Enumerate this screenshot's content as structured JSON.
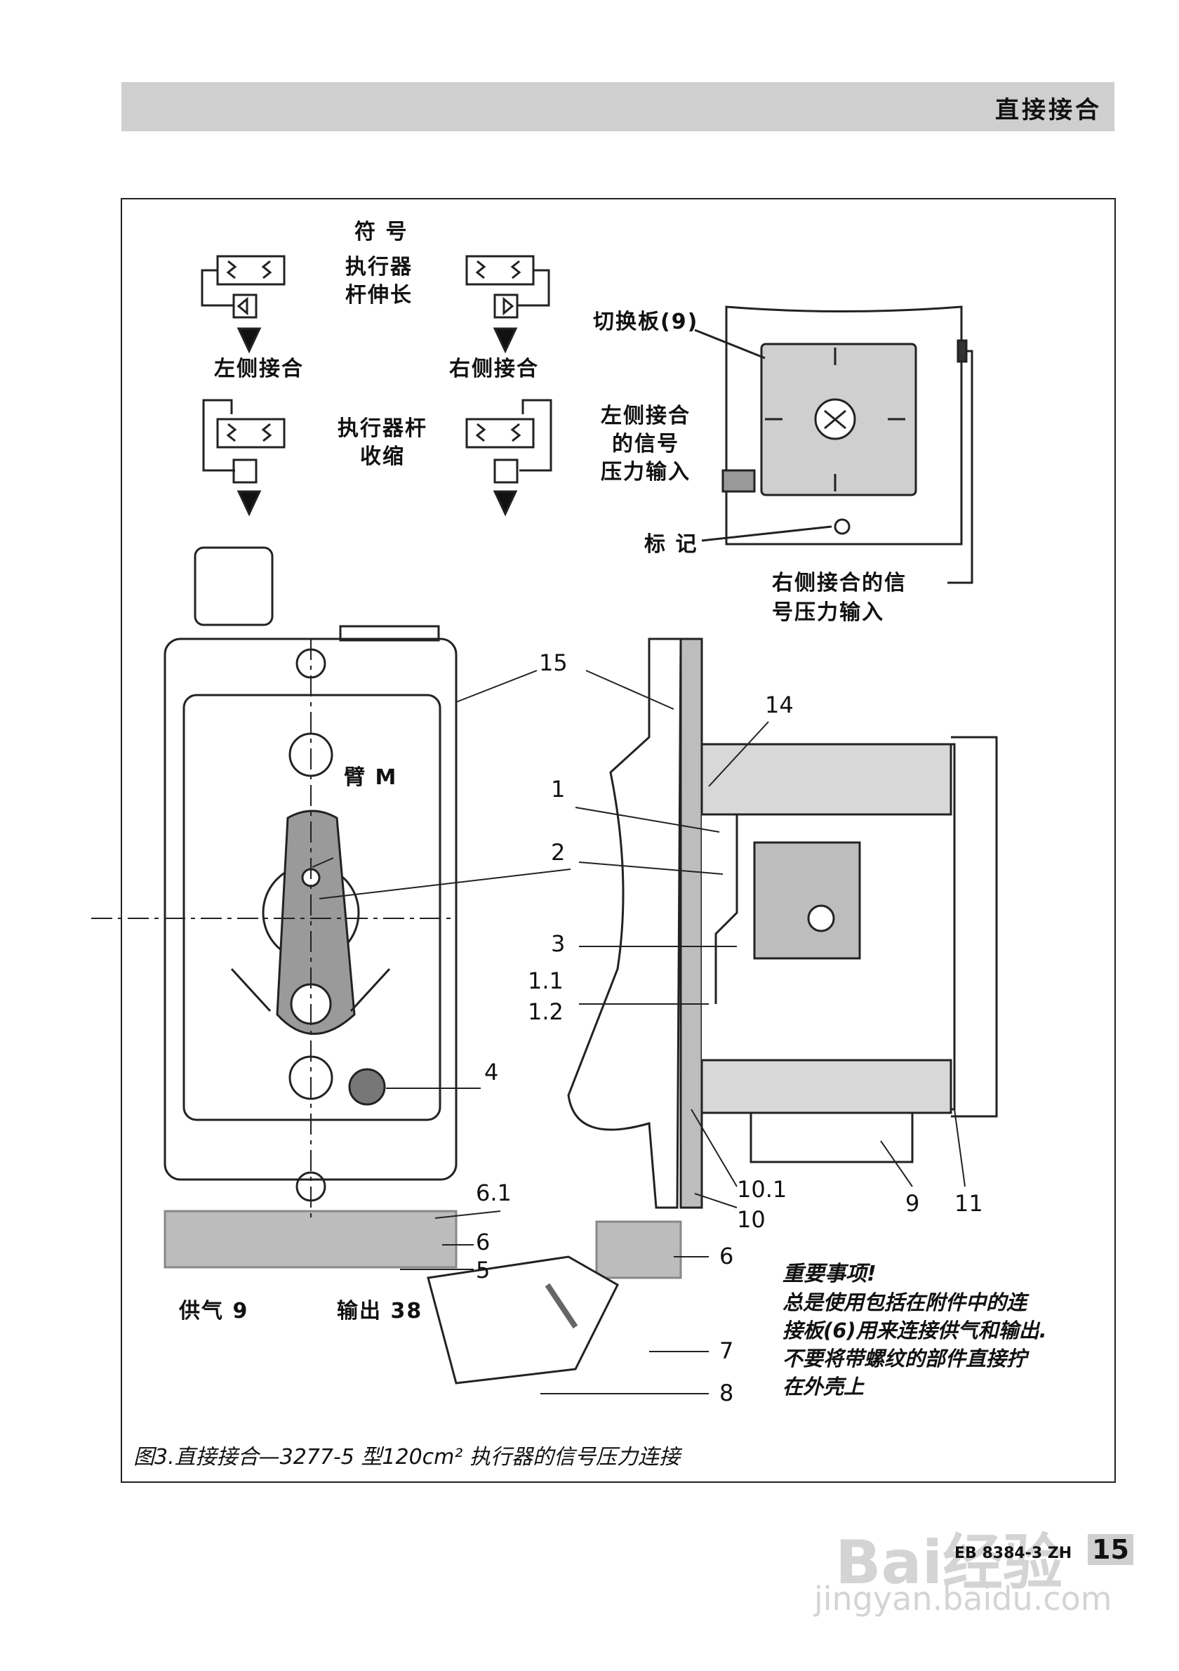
{
  "header": {
    "title": "直接接合"
  },
  "symbols": {
    "title": "符 号",
    "extend_line1": "执行器",
    "extend_line2": "杆伸长",
    "retract_line1": "执行器杆",
    "retract_line2": "收缩",
    "left_label": "左侧接合",
    "right_label": "右侧接合"
  },
  "detail": {
    "switch_plate": "切换板(9)",
    "left_input_line1": "左侧接合",
    "left_input_line2": "的信号",
    "left_input_line3": "压力输入",
    "mark": "标 记",
    "right_input_line1": "右侧接合的信",
    "right_input_line2": "号压力输入"
  },
  "front": {
    "arm_label": "臂 M",
    "supply_label": "供气 9",
    "output_label": "输出 38"
  },
  "callouts": {
    "n15": "15",
    "n14": "14",
    "n1": "1",
    "n2": "2",
    "n3": "3",
    "n1_1": "1.1",
    "n1_2": "1.2",
    "n4": "4",
    "n6_1": "6.1",
    "n6a": "6",
    "n5": "5",
    "n6b": "6",
    "n7": "7",
    "n8": "8",
    "n10_1": "10.1",
    "n10": "10",
    "n9": "9",
    "n11": "11"
  },
  "note": {
    "heading": "重要事项!",
    "line1": "总是使用包括在附件中的连",
    "line2": "接板(6)用来连接供气和输出.",
    "line3": "不要将带螺纹的部件直接拧",
    "line4": "在外壳上"
  },
  "caption": "图3.直接接合—3277-5 型120cm² 执行器的信号压力连接",
  "footer": {
    "code": "EB 8384-3 ZH",
    "page": "15",
    "watermark": "Bai经验",
    "watermark_url": "jingyan.baidu.com"
  }
}
